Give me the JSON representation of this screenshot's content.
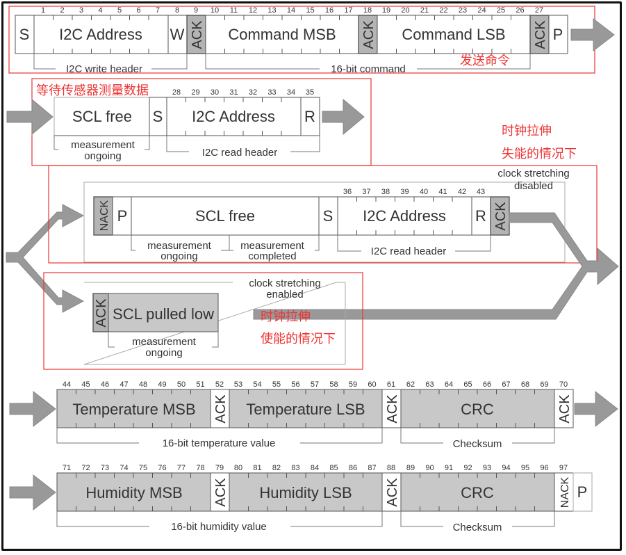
{
  "colors": {
    "frame": "#111111",
    "field_border": "#555555",
    "light_border": "#aaaaaa",
    "gray_fill": "#c8c8c8",
    "ack_fill": "#b4b4b4",
    "arrow": "#999999",
    "annotation": "#ee3333",
    "text": "#333333"
  },
  "row1": {
    "fields": {
      "s": "S",
      "addr": "I2C Address",
      "w": "W",
      "ack1": "ACK",
      "cmd_msb": "Command MSB",
      "ack2": "ACK",
      "cmd_lsb": "Command LSB",
      "ack3": "ACK",
      "p": "P"
    },
    "bits": [
      "1",
      "2",
      "3",
      "4",
      "5",
      "6",
      "7",
      "8",
      "9",
      "10",
      "11",
      "12",
      "13",
      "14",
      "15",
      "16",
      "17",
      "18",
      "19",
      "20",
      "21",
      "22",
      "23",
      "24",
      "25",
      "26",
      "27"
    ],
    "brackets": {
      "write_header": "I2C write header",
      "command": "16-bit command"
    },
    "annotation": "发送命令"
  },
  "row2": {
    "fields": {
      "scl_free": "SCL free",
      "s": "S",
      "addr": "I2C Address",
      "r": "R"
    },
    "bits": [
      "28",
      "29",
      "30",
      "31",
      "32",
      "33",
      "34",
      "35"
    ],
    "brackets": {
      "meas_1": "measurement",
      "meas_2": "ongoing",
      "read_header": "I2C read header"
    },
    "annotation": "等待传感器测量数据"
  },
  "row3": {
    "fields": {
      "nack": "NACK",
      "p": "P",
      "scl_free": "SCL free",
      "s": "S",
      "addr": "I2C Address",
      "r": "R",
      "ack": "ACK"
    },
    "bits": [
      "36",
      "37",
      "38",
      "39",
      "40",
      "41",
      "42",
      "43"
    ],
    "brackets": {
      "ongoing_1": "measurement",
      "ongoing_2": "ongoing",
      "completed_1": "measurement",
      "completed_2": "completed",
      "read_header": "I2C read header"
    },
    "mode_1": "clock stretching",
    "mode_2": "disabled",
    "annotation_1": "时钟拉伸",
    "annotation_2": "失能的情况下"
  },
  "row4": {
    "fields": {
      "ack": "ACK",
      "scl_low": "SCL pulled low"
    },
    "brackets": {
      "meas_1": "measurement",
      "meas_2": "ongoing"
    },
    "mode_1": "clock stretching",
    "mode_2": "enabled",
    "annotation_1": "时钟拉伸",
    "annotation_2": "使能的情况下"
  },
  "row5": {
    "fields": {
      "temp_msb": "Temperature MSB",
      "ack1": "ACK",
      "temp_lsb": "Temperature LSB",
      "ack2": "ACK",
      "crc": "CRC",
      "ack3": "ACK"
    },
    "bits": [
      "44",
      "45",
      "46",
      "47",
      "48",
      "49",
      "50",
      "51",
      "52",
      "53",
      "54",
      "55",
      "56",
      "57",
      "58",
      "59",
      "60",
      "61",
      "62",
      "63",
      "64",
      "65",
      "66",
      "67",
      "68",
      "69",
      "70"
    ],
    "brackets": {
      "value": "16-bit temperature value",
      "checksum": "Checksum"
    }
  },
  "row6": {
    "fields": {
      "hum_msb": "Humidity MSB",
      "ack1": "ACK",
      "hum_lsb": "Humidity LSB",
      "ack2": "ACK",
      "crc": "CRC",
      "nack": "NACK",
      "p": "P"
    },
    "bits": [
      "71",
      "72",
      "73",
      "74",
      "75",
      "76",
      "77",
      "78",
      "79",
      "80",
      "81",
      "82",
      "83",
      "84",
      "85",
      "86",
      "87",
      "88",
      "89",
      "90",
      "91",
      "92",
      "93",
      "94",
      "95",
      "96",
      "97"
    ],
    "brackets": {
      "value": "16-bit humidity value",
      "checksum": "Checksum"
    }
  }
}
